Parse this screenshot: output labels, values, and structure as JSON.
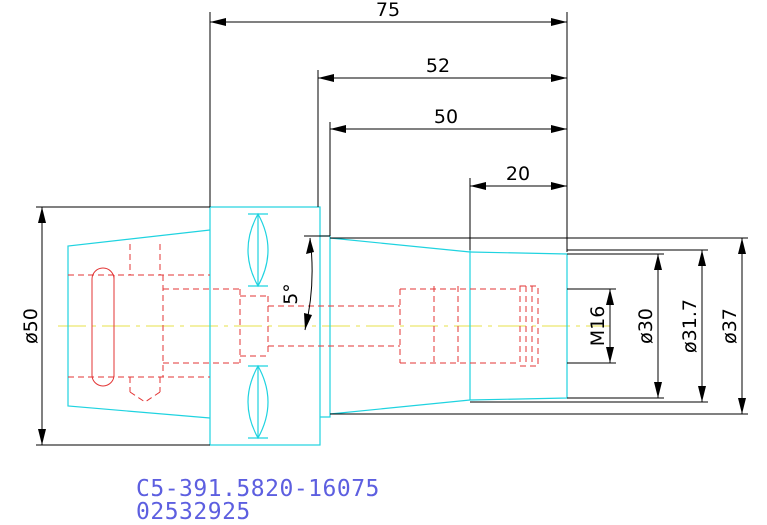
{
  "dimensions": {
    "overall_length": "75",
    "length_52": "52",
    "length_50": "50",
    "length_20": "20",
    "angle": "5°",
    "dia_flange": "ø50",
    "thread": "M16",
    "dia_30": "ø30",
    "dia_31_7": "ø31.7",
    "dia_37": "ø37"
  },
  "caption": {
    "part_number": "C5-391.5820-16075",
    "code": "02532925"
  },
  "colors": {
    "outline": "#1fd3e0",
    "hidden_lines": "#e33535",
    "dimensions": "#000000",
    "centerline": "#e7e24a",
    "caption": "#5d5fe0"
  }
}
